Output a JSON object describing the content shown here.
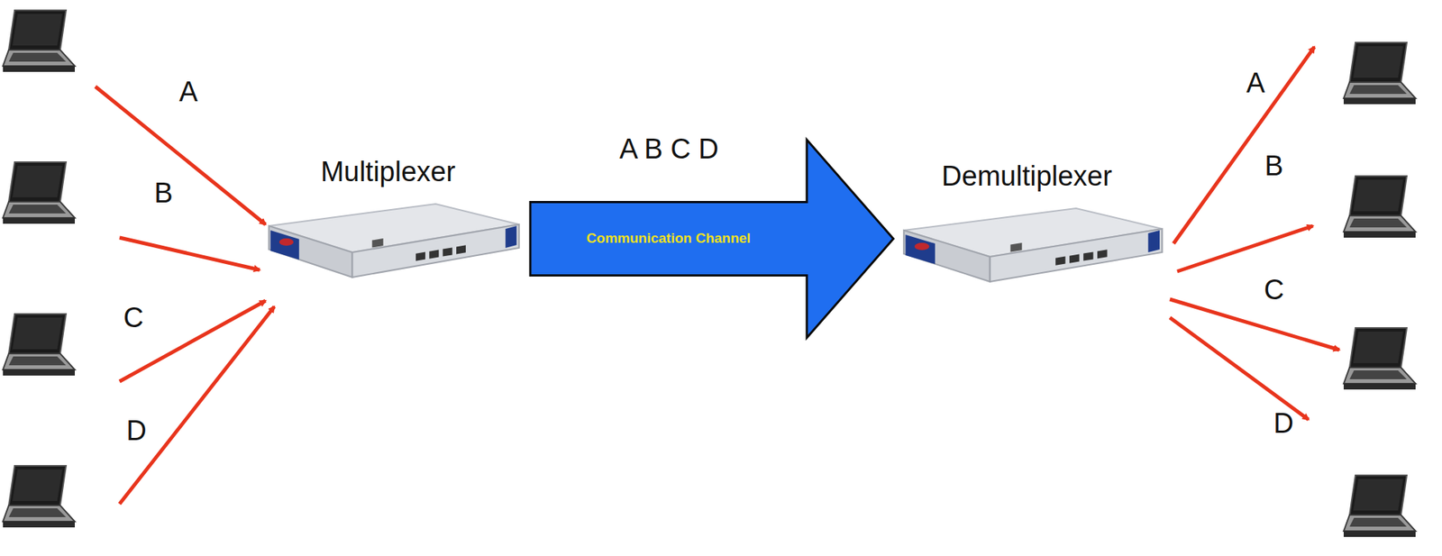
{
  "diagram": {
    "nodes": [
      {
        "text": [
          "Multiplexer"
        ]
      },
      {
        "text": [
          "Demultiplexer"
        ]
      }
    ],
    "edges": [
      {
        "from": 0,
        "to": 1,
        "arrow": "to",
        "label": "Communication Channel"
      }
    ],
    "labels": [
      "A",
      "B",
      "C",
      "D",
      "A B C D",
      "A",
      "B",
      "C",
      "D"
    ]
  }
}
